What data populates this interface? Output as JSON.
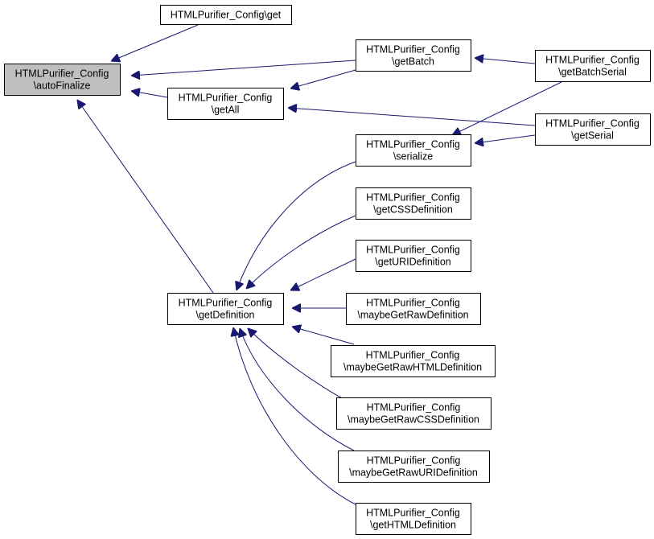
{
  "diagram": {
    "type": "call-graph",
    "colors": {
      "edge": "#191970",
      "focus_fill": "#bfbfbf",
      "node_fill": "#ffffff",
      "node_border": "#000000"
    },
    "nodes": {
      "autoFinalize": {
        "lines": [
          "HTMLPurifier_Config",
          "\\autoFinalize"
        ],
        "focus": true
      },
      "get": {
        "lines": [
          "HTMLPurifier_Config\\get"
        ]
      },
      "getBatch": {
        "lines": [
          "HTMLPurifier_Config",
          "\\getBatch"
        ]
      },
      "getBatchSerial": {
        "lines": [
          "HTMLPurifier_Config",
          "\\getBatchSerial"
        ]
      },
      "getAll": {
        "lines": [
          "HTMLPurifier_Config",
          "\\getAll"
        ]
      },
      "getSerial": {
        "lines": [
          "HTMLPurifier_Config",
          "\\getSerial"
        ]
      },
      "serialize": {
        "lines": [
          "HTMLPurifier_Config",
          "\\serialize"
        ]
      },
      "getCSSDefinition": {
        "lines": [
          "HTMLPurifier_Config",
          "\\getCSSDefinition"
        ]
      },
      "getURIDefinition": {
        "lines": [
          "HTMLPurifier_Config",
          "\\getURIDefinition"
        ]
      },
      "getDefinition": {
        "lines": [
          "HTMLPurifier_Config",
          "\\getDefinition"
        ]
      },
      "maybeGetRawDefinition": {
        "lines": [
          "HTMLPurifier_Config",
          "\\maybeGetRawDefinition"
        ]
      },
      "maybeGetRawHTMLDefinition": {
        "lines": [
          "HTMLPurifier_Config",
          "\\maybeGetRawHTMLDefinition"
        ]
      },
      "maybeGetRawCSSDefinition": {
        "lines": [
          "HTMLPurifier_Config",
          "\\maybeGetRawCSSDefinition"
        ]
      },
      "maybeGetRawURIDefinition": {
        "lines": [
          "HTMLPurifier_Config",
          "\\maybeGetRawURIDefinition"
        ]
      },
      "getHTMLDefinition": {
        "lines": [
          "HTMLPurifier_Config",
          "\\getHTMLDefinition"
        ]
      }
    },
    "edges": [
      {
        "from": "get",
        "to": "autoFinalize"
      },
      {
        "from": "getBatch",
        "to": "autoFinalize"
      },
      {
        "from": "getAll",
        "to": "autoFinalize"
      },
      {
        "from": "getDefinition",
        "to": "autoFinalize"
      },
      {
        "from": "getBatchSerial",
        "to": "getBatch"
      },
      {
        "from": "getBatch",
        "to": "getAll"
      },
      {
        "from": "getSerial",
        "to": "getAll"
      },
      {
        "from": "getBatchSerial",
        "to": "serialize"
      },
      {
        "from": "getSerial",
        "to": "serialize"
      },
      {
        "from": "serialize",
        "to": "getDefinition"
      },
      {
        "from": "getCSSDefinition",
        "to": "getDefinition"
      },
      {
        "from": "getURIDefinition",
        "to": "getDefinition"
      },
      {
        "from": "maybeGetRawDefinition",
        "to": "getDefinition"
      },
      {
        "from": "maybeGetRawHTMLDefinition",
        "to": "getDefinition"
      },
      {
        "from": "maybeGetRawCSSDefinition",
        "to": "getDefinition"
      },
      {
        "from": "maybeGetRawURIDefinition",
        "to": "getDefinition"
      },
      {
        "from": "getHTMLDefinition",
        "to": "getDefinition"
      }
    ]
  }
}
